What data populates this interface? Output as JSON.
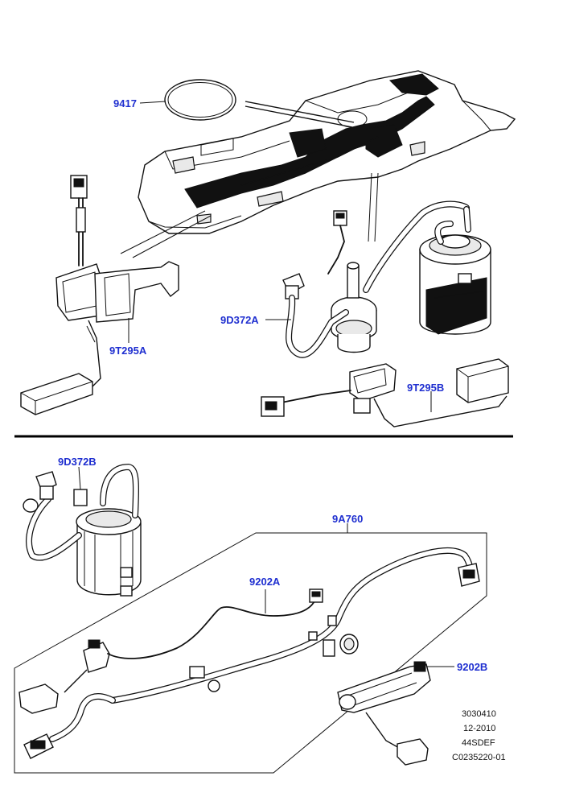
{
  "labels": {
    "p9417": "9417",
    "p9T295A": "9T295A",
    "p9D372A": "9D372A",
    "p9T295B": "9T295B",
    "p9D372B": "9D372B",
    "p9A760": "9A760",
    "p9202A": "9202A",
    "p9202B": "9202B"
  },
  "drawing_info": {
    "number": "3030410",
    "date": "12-2010",
    "model_code": "44SDEF",
    "reference": "C0235220-01"
  },
  "colors": {
    "label": "#1f2fd0",
    "line": "#111111",
    "separator": "#000000"
  }
}
